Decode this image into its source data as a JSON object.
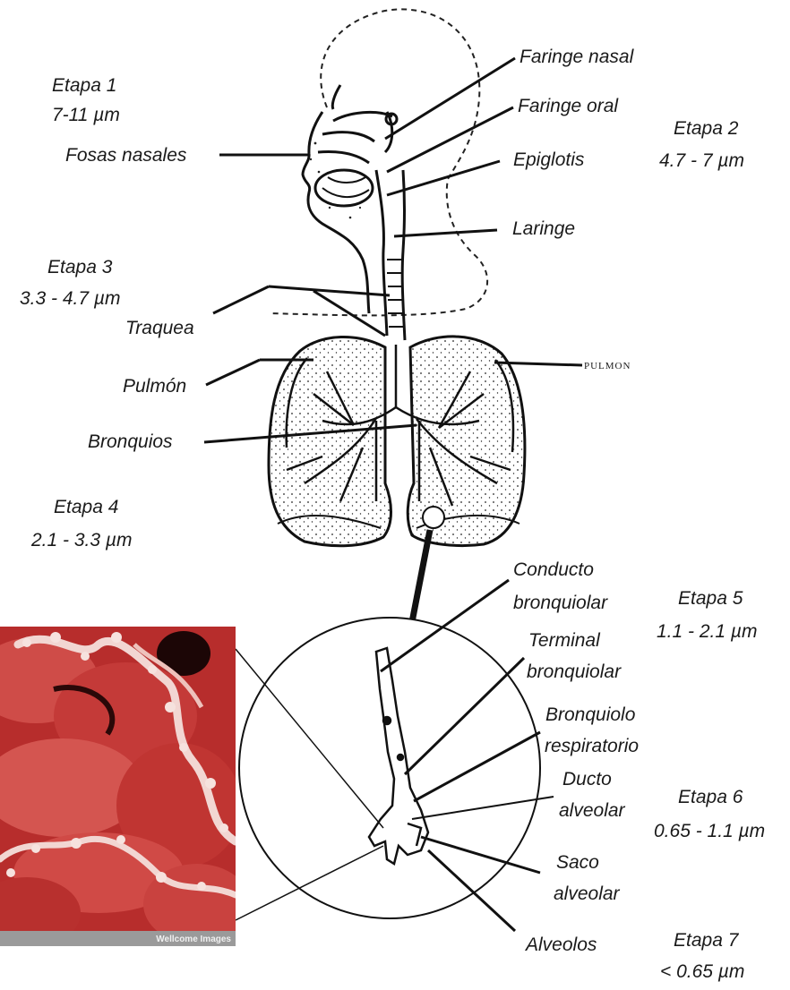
{
  "labels": {
    "faringe_nasal": "Faringe nasal",
    "faringe_oral": "Faringe oral",
    "epiglotis": "Epiglotis",
    "laringe": "Laringe",
    "fosas_nasales": "Fosas nasales",
    "traquea": "Traquea",
    "pulmon": "Pulmón",
    "pulmon_right": "PULMON",
    "bronquios": "Bronquios",
    "conducto_bronquiolar_1": "Conducto",
    "conducto_bronquiolar_2": "bronquiolar",
    "terminal_bronquiolar_1": "Terminal",
    "terminal_bronquiolar_2": "bronquiolar",
    "bronquiolo_respiratorio_1": "Bronquiolo",
    "bronquiolo_respiratorio_2": "respiratorio",
    "ducto_alveolar_1": "Ducto",
    "ducto_alveolar_2": "alveolar",
    "saco_alveolar_1": "Saco",
    "saco_alveolar_2": "alveolar",
    "alveolos": "Alveolos"
  },
  "stages": [
    {
      "name": "Etapa 1",
      "range": "7-11 µm"
    },
    {
      "name": "Etapa 2",
      "range": "4.7 - 7 µm"
    },
    {
      "name": "Etapa 3",
      "range": "3.3 - 4.7 µm"
    },
    {
      "name": "Etapa 4",
      "range": "2.1 - 3.3 µm"
    },
    {
      "name": "Etapa 5",
      "range": "1.1 - 2.1 µm"
    },
    {
      "name": "Etapa 6",
      "range": "0.65 - 1.1 µm"
    },
    {
      "name": "Etapa 7",
      "range": "< 0.65 µm"
    }
  ],
  "photo": {
    "credit": "Wellcome Images",
    "tissue_color": "#c0302f",
    "highlight_color": "#f2d6d2"
  }
}
